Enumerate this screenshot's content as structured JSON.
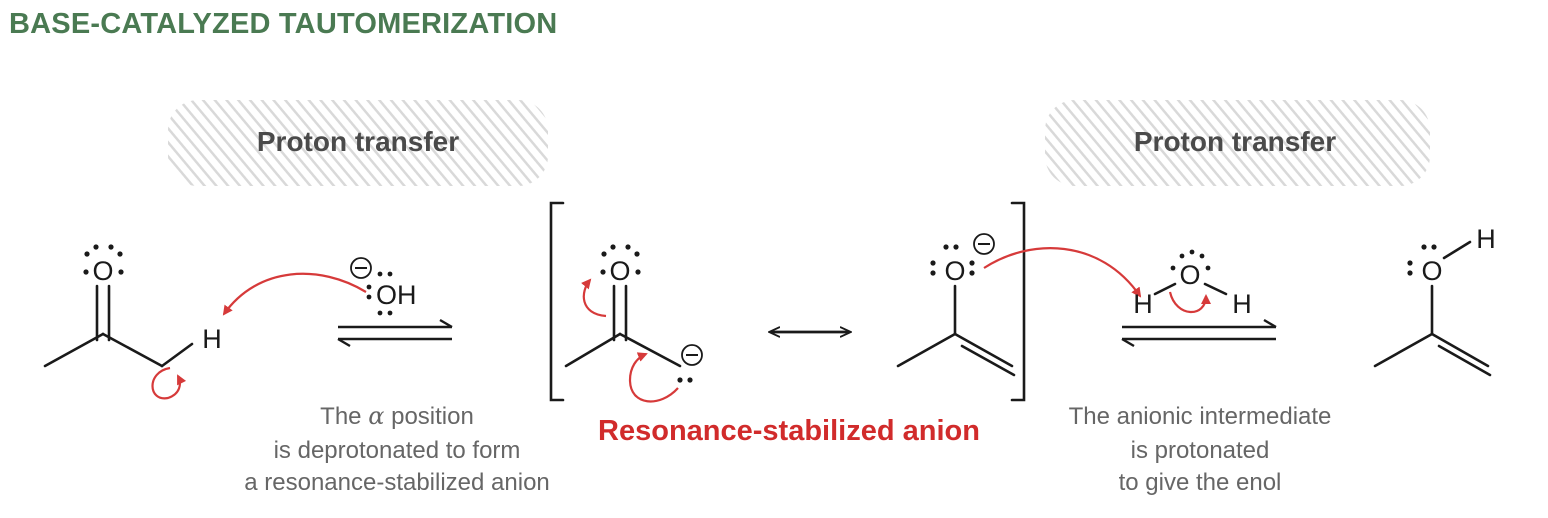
{
  "title": "BASE-CATALYZED TAUTOMERIZATION",
  "steps": [
    {
      "label": "Proton transfer",
      "description": [
        "The α position",
        "is deprotonated to form",
        "a resonance-stabilized anion"
      ]
    },
    {
      "label": "Proton transfer",
      "description": [
        "The anionic intermediate",
        "is protonated",
        "to give the enol"
      ]
    }
  ],
  "intermediate_label": "Resonance-stabilized anion",
  "atoms": {
    "oxygen": "O",
    "hydrogen": "H",
    "hydroxide": "OH"
  },
  "colors": {
    "title": "#4a7a52",
    "arrows": "#d63a3a",
    "highlight": "#d12b2b",
    "hatch": "#d9d9d9"
  }
}
